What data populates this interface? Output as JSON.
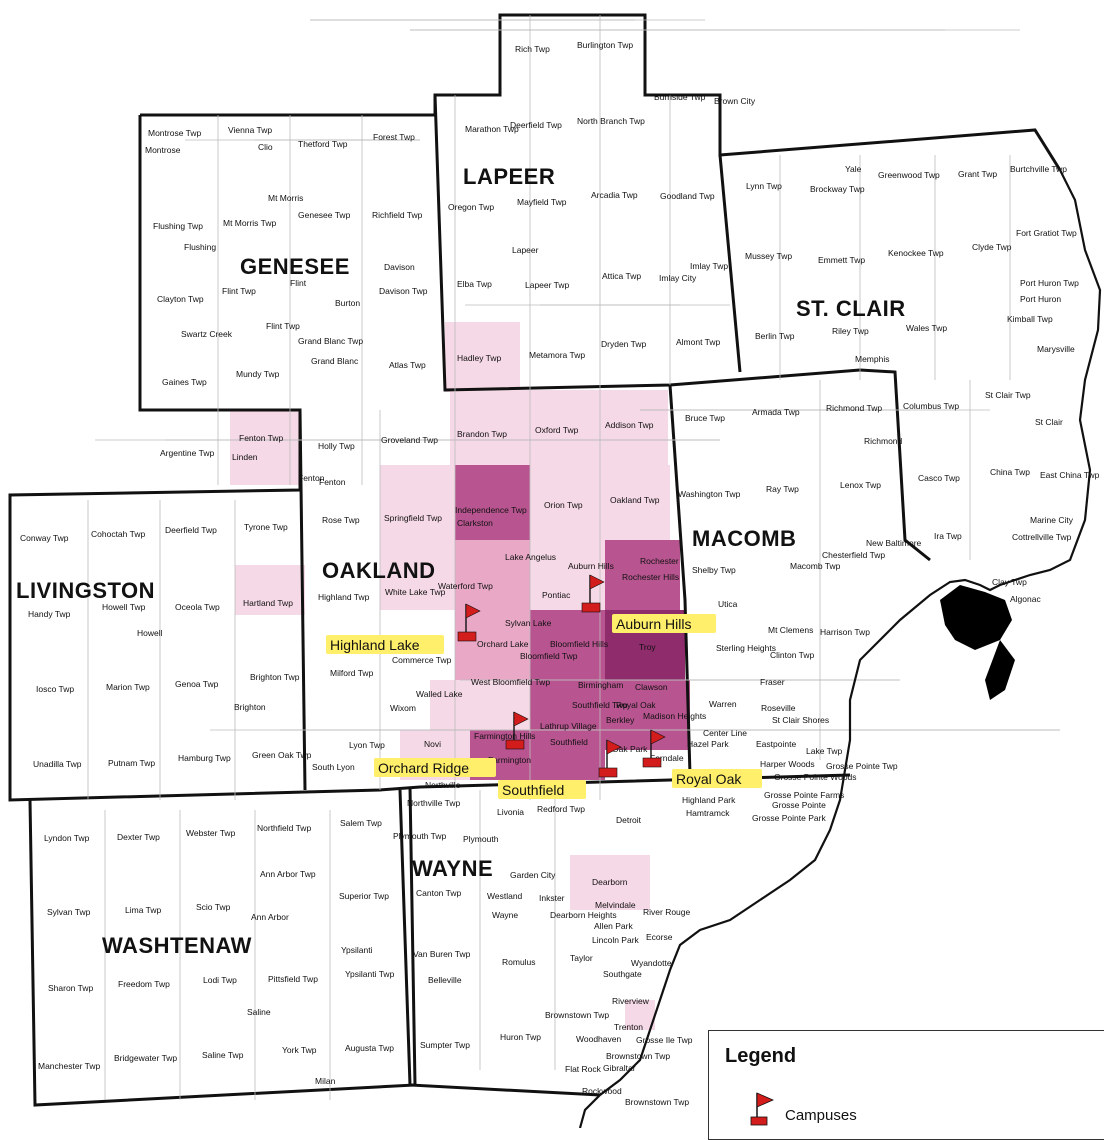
{
  "colors": {
    "background": "#ffffff",
    "border": "#111111",
    "water": "#000000",
    "shade_light": "#f6d9e6",
    "shade_mid": "#e8a8c6",
    "shade_dark": "#b85590",
    "shade_darkest": "#8e2c6c",
    "flag": "#d31c1c",
    "label_highlight": "#ffef6a"
  },
  "counties": [
    {
      "id": "genesee",
      "name": "GENESEE"
    },
    {
      "id": "lapeer",
      "name": "LAPEER"
    },
    {
      "id": "st-clair",
      "name": "ST. CLAIR"
    },
    {
      "id": "livingston",
      "name": "LIVINGSTON"
    },
    {
      "id": "oakland",
      "name": "OAKLAND"
    },
    {
      "id": "macomb",
      "name": "MACOMB"
    },
    {
      "id": "washtenaw",
      "name": "WASHTENAW"
    },
    {
      "id": "wayne",
      "name": "WAYNE"
    }
  ],
  "places": [
    "Rich Twp",
    "Burlington Twp",
    "Burnside Twp",
    "Brown City",
    "Marathon Twp",
    "Deerfield Twp",
    "North Branch Twp",
    "Montrose Twp",
    "Montrose",
    "Vienna Twp",
    "Clio",
    "Thetford Twp",
    "Forest Twp",
    "Oregon Twp",
    "Mayfield Twp",
    "Arcadia Twp",
    "Goodland Twp",
    "Lynn Twp",
    "Brockway Twp",
    "Yale",
    "Greenwood Twp",
    "Grant Twp",
    "Burtchville Twp",
    "Mt Morris",
    "Flushing Twp",
    "Mt Morris Twp",
    "Genesee Twp",
    "Richfield Twp",
    "Flushing",
    "Lapeer",
    "Imlay Twp",
    "Imlay City",
    "Mussey Twp",
    "Emmett Twp",
    "Kenockee Twp",
    "Clyde Twp",
    "Fort Gratiot Twp",
    "Davison",
    "Clayton Twp",
    "Flint Twp",
    "Flint",
    "Burton",
    "Davison Twp",
    "Elba Twp",
    "Lapeer Twp",
    "Attica Twp",
    "Port Huron",
    "Port Huron Twp",
    "Swartz Creek",
    "Flint Twp",
    "Grand Blanc Twp",
    "Grand Blanc",
    "Berlin Twp",
    "Riley Twp",
    "Wales Twp",
    "Kimball Twp",
    "Marysville",
    "Hadley Twp",
    "Metamora Twp",
    "Dryden Twp",
    "Almont Twp",
    "Memphis",
    "Gaines Twp",
    "Mundy Twp",
    "Atlas Twp",
    "Bruce Twp",
    "Armada Twp",
    "Richmond Twp",
    "Columbus Twp",
    "St Clair Twp",
    "St Clair",
    "Argentine Twp",
    "Linden",
    "Fenton Twp",
    "Holly Twp",
    "Groveland Twp",
    "Brandon Twp",
    "Oxford Twp",
    "Addison Twp",
    "Richmond",
    "Fenton",
    "Fenton",
    "Washington Twp",
    "Ray Twp",
    "Lenox Twp",
    "Casco Twp",
    "China Twp",
    "East China Twp",
    "Conway Twp",
    "Cohoctah Twp",
    "Deerfield Twp",
    "Tyrone Twp",
    "Rose Twp",
    "Springfield Twp",
    "Independence Twp",
    "Clarkston",
    "Orion Twp",
    "Oakland Twp",
    "New Baltimore",
    "Ira Twp",
    "Cottrellville Twp",
    "Marine City",
    "Chesterfield Twp",
    "Lake Angelus",
    "Auburn Hills",
    "Rochester",
    "Rochester Hills",
    "Shelby Twp",
    "Macomb Twp",
    "Clay Twp",
    "Algonac",
    "Handy Twp",
    "Howell Twp",
    "Oceola Twp",
    "Hartland Twp",
    "Highland Twp",
    "White Lake Twp",
    "Waterford Twp",
    "Pontiac",
    "Utica",
    "Harrison Twp",
    "Howell",
    "Sylvan Lake",
    "Orchard Lake",
    "Bloomfield Hills",
    "Bloomfield Twp",
    "Troy",
    "Mt Clemens",
    "Sterling Heights",
    "Clinton Twp",
    "Iosco Twp",
    "Marion Twp",
    "Genoa Twp",
    "Brighton Twp",
    "Milford Twp",
    "Commerce Twp",
    "West Bloomfield Twp",
    "Birmingham",
    "Clawson",
    "Fraser",
    "Brighton",
    "Walled Lake",
    "Wixom",
    "Southfield Twp",
    "Royal Oak",
    "Madison Heights",
    "Warren",
    "Roseville",
    "St Clair Shores",
    "Unadilla Twp",
    "Putnam Twp",
    "Hamburg Twp",
    "Green Oak Twp",
    "Lyon Twp",
    "Novi",
    "Farmington Hills",
    "Lathrup Village",
    "Berkley",
    "Center Line",
    "South Lyon",
    "Southfield",
    "Oak Park",
    "Hazel Park",
    "Ferndale",
    "Eastpointe",
    "Lake Twp",
    "Farmington",
    "Northville",
    "Harper Woods",
    "Grosse Pointe Twp",
    "Grosse Pointe Woods",
    "Highland Park",
    "Hamtramck",
    "Grosse Pointe Farms",
    "Grosse Pointe",
    "Grosse Pointe Park",
    "Northville Twp",
    "Livonia",
    "Redford Twp",
    "Detroit",
    "Lyndon Twp",
    "Dexter Twp",
    "Webster Twp",
    "Northfield Twp",
    "Salem Twp",
    "Plymouth Twp",
    "Plymouth",
    "Ann Arbor Twp",
    "Garden City",
    "Dearborn",
    "Sylvan Twp",
    "Lima Twp",
    "Scio Twp",
    "Ann Arbor",
    "Superior Twp",
    "Canton Twp",
    "Westland",
    "Inkster",
    "Melvindale",
    "Wayne",
    "Dearborn Heights",
    "River Rouge",
    "Allen Park",
    "Lincoln Park",
    "Ecorse",
    "Ypsilanti",
    "Van Buren Twp",
    "Romulus",
    "Taylor",
    "Wyandotte",
    "Southgate",
    "Sharon Twp",
    "Freedom Twp",
    "Lodi Twp",
    "Pittsfield Twp",
    "Ypsilanti Twp",
    "Belleville",
    "Saline",
    "Riverview",
    "Brownstown Twp",
    "Trenton",
    "Manchester Twp",
    "Bridgewater Twp",
    "Saline Twp",
    "York Twp",
    "Augusta Twp",
    "Sumpter Twp",
    "Huron Twp",
    "Woodhaven",
    "Grosse Ile Twp",
    "Brownstown Twp",
    "Milan",
    "Flat Rock",
    "Gibraltar",
    "Rockwood",
    "Brownstown Twp"
  ],
  "campuses": [
    {
      "id": "highland-lake",
      "label": "Highland Lake"
    },
    {
      "id": "auburn-hills",
      "label": "Auburn Hills"
    },
    {
      "id": "orchard-ridge",
      "label": "Orchard Ridge"
    },
    {
      "id": "southfield",
      "label": "Southfield"
    },
    {
      "id": "royal-oak",
      "label": "Royal Oak"
    }
  ],
  "legend": {
    "title": "Legend",
    "items": [
      {
        "label": "Campuses",
        "icon": "flag-icon"
      }
    ]
  }
}
